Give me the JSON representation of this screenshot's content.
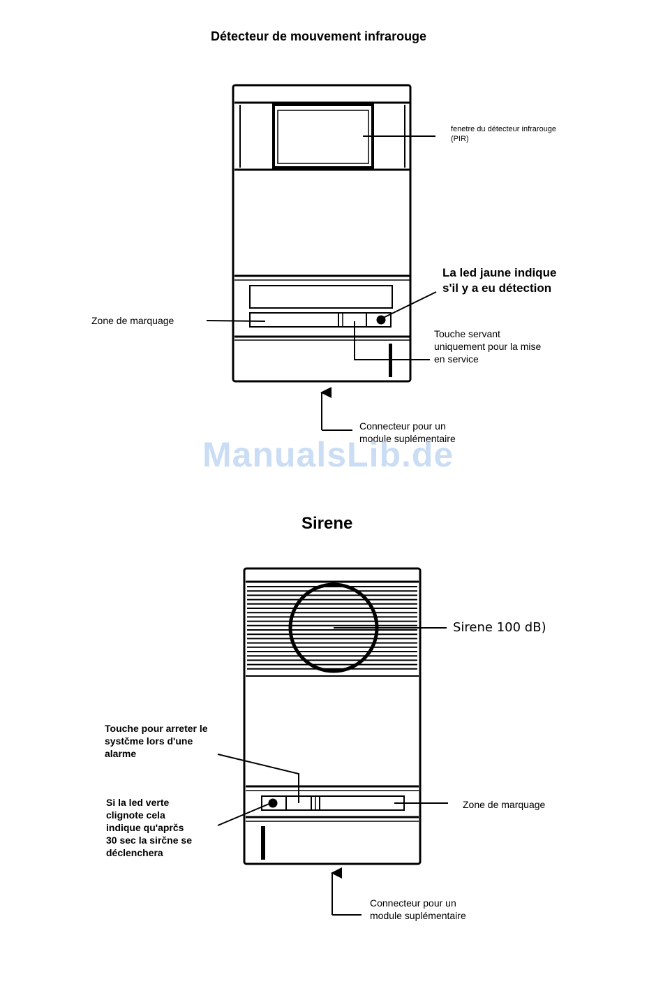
{
  "detector": {
    "title": "Détecteur de mouvement infrarouge",
    "labels": {
      "pir_window": "fenetre du détecteur infrarouge\n(PIR)",
      "yellow_led": "La led jaune indique\ns'il y a eu détection",
      "marking_zone": "Zone de marquage",
      "service_button": "Touche servant\nuniquement pour la mise\nen service",
      "connector": "Connecteur pour un\nmodule suplémentaire"
    }
  },
  "watermark": "ManualsLib.de",
  "siren": {
    "title": "Sirene",
    "labels": {
      "siren_db": "Sirene 100 dB)",
      "stop_button": "Touche pour arreter le\nsystčme lors d'une\nalarme",
      "green_led": "Si la led verte\nclignote cela\nindique qu'aprčs\n30 sec la sirčne se\ndéclenchera",
      "marking_zone": "Zone de marquage",
      "connector": "Connecteur pour un\nmodule suplémentaire"
    }
  }
}
